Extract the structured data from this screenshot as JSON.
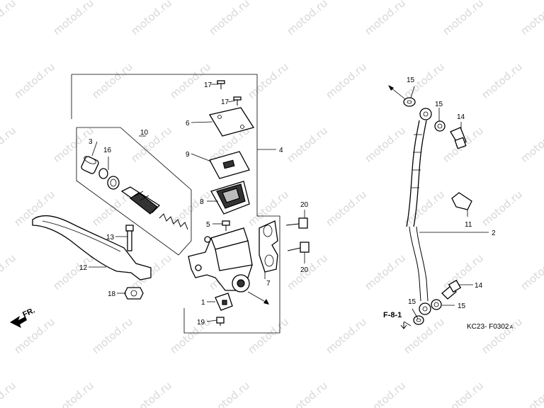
{
  "watermark": "motod.ru",
  "figure_code": "KC23- F0302",
  "figure_code_suffix": "A",
  "direction_label": "FR.",
  "reference_label": "F-8-1",
  "callouts": [
    "1",
    "2",
    "3",
    "4",
    "5",
    "6",
    "7",
    "8",
    "9",
    "10",
    "11",
    "12",
    "13",
    "14",
    "14",
    "15",
    "15",
    "15",
    "15",
    "16",
    "17",
    "17",
    "18",
    "19",
    "20",
    "20"
  ]
}
